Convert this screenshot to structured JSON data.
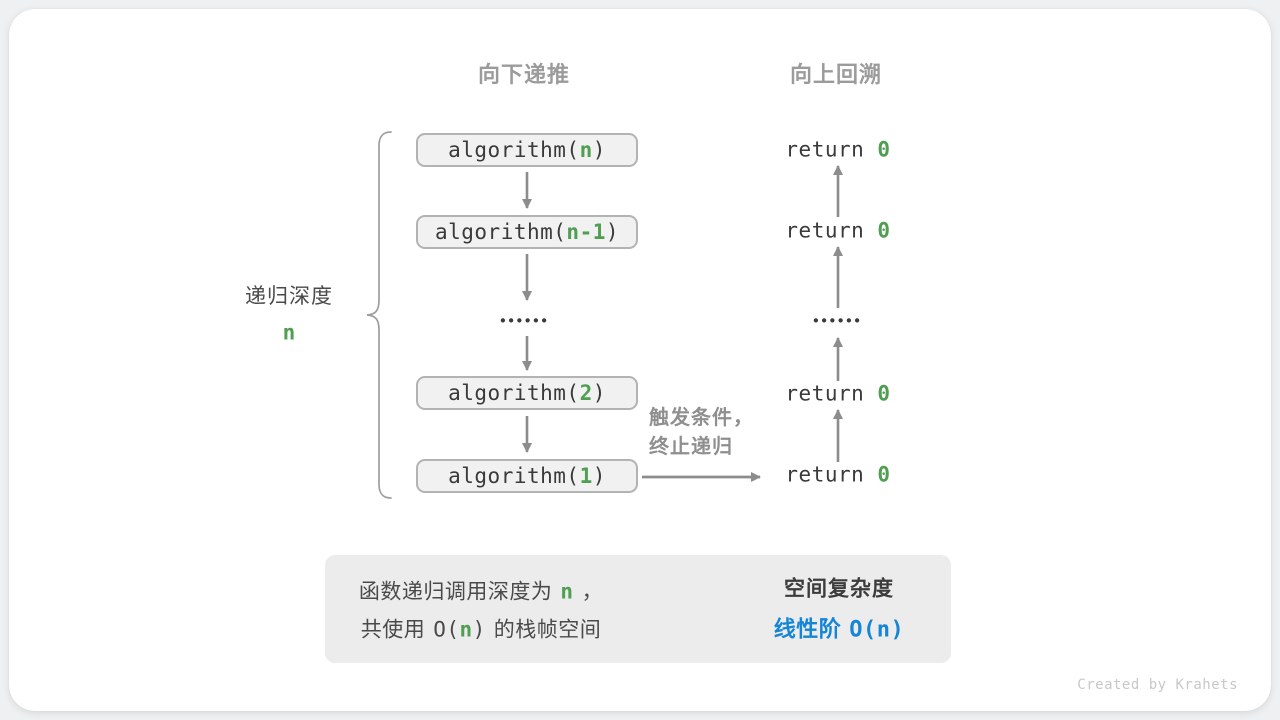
{
  "colors": {
    "green": "#4f9e51",
    "blue": "#1585d6",
    "arrow_gray": "#8c8c8c"
  },
  "headers": {
    "down": "向下递推",
    "up": "向上回溯"
  },
  "depth_label": {
    "text": "递归深度",
    "value": "n"
  },
  "calls": [
    {
      "prefix": "algorithm(",
      "arg": "n",
      "suffix": ")"
    },
    {
      "prefix": "algorithm(",
      "arg": "n-1",
      "suffix": ")"
    },
    {
      "prefix": "algorithm(",
      "arg": "2",
      "suffix": ")"
    },
    {
      "prefix": "algorithm(",
      "arg": "1",
      "suffix": ")"
    }
  ],
  "returns": [
    {
      "prefix": "return ",
      "value": "0"
    },
    {
      "prefix": "return ",
      "value": "0"
    },
    {
      "prefix": "return ",
      "value": "0"
    },
    {
      "prefix": "return ",
      "value": "0"
    }
  ],
  "ellipsis": {
    "left": "••••••",
    "right": "••••••"
  },
  "trigger": {
    "line1": "触发条件，",
    "line2": "终止递归"
  },
  "summary": {
    "line1_pre": "函数递归调用深度为",
    "line1_arg": "n",
    "line1_post": "，",
    "line2_pre": "共使用",
    "line2_open": "O(",
    "line2_arg": "n",
    "line2_close": ")",
    "line2_post": "的栈帧空间",
    "right_title": "空间复杂度",
    "result_pre": "线性阶",
    "result_formula": "O(n)"
  },
  "footer": "Created by Krahets"
}
